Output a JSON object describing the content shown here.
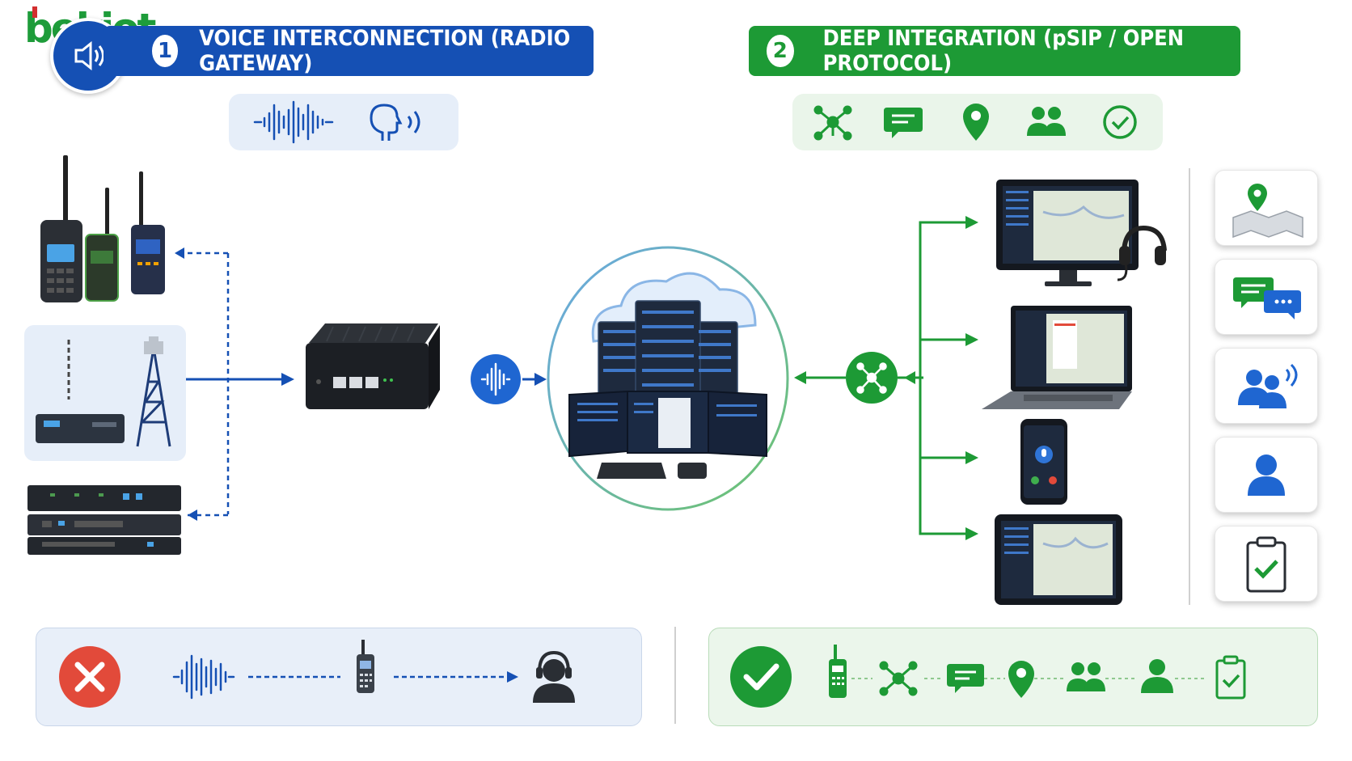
{
  "brand": {
    "logo_text": "bekiot"
  },
  "section1": {
    "number": "1",
    "title": "VOICE INTERCONNECTION (RADIO GATEWAY)"
  },
  "section2": {
    "number": "2",
    "title": "DEEP INTEGRATION (pSIP / OPEN PROTOCOL)"
  },
  "colors": {
    "blue": "#1550b4",
    "green": "#1d9a35",
    "red": "#e24a3a"
  },
  "icons": {
    "pill1": [
      "voice-waveform-icon",
      "speaking-head-icon"
    ],
    "pill2": [
      "network-hub-icon",
      "message-icon",
      "location-pin-icon",
      "group-icon",
      "check-circle-icon"
    ],
    "right_cards": [
      "map-location-icon",
      "chat-bubbles-icon",
      "group-call-icon",
      "user-icon",
      "clipboard-check-icon"
    ],
    "bottom_left": [
      "error-x-icon",
      "voice-waveform-icon",
      "radio-icon",
      "headset-operator-icon"
    ],
    "bottom_right": [
      "success-check-icon",
      "radio-icon",
      "network-hub-icon",
      "message-icon",
      "location-pin-icon",
      "group-icon",
      "user-icon",
      "clipboard-check-icon"
    ]
  }
}
